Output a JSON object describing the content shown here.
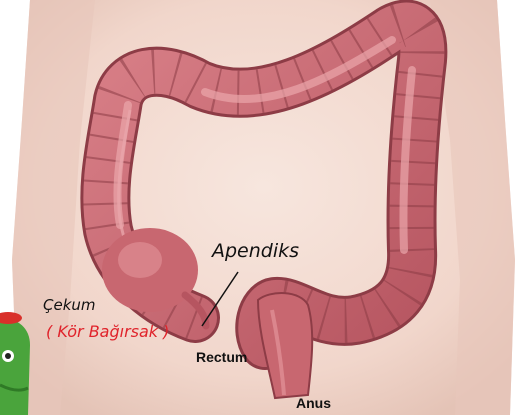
{
  "labels": {
    "apendiks": "Apendiks",
    "cekum": "Çekum",
    "kor_bagirsak": "( Kör Bağırsak )",
    "rectum": "Rectum",
    "anus": "Anus"
  },
  "colors": {
    "label_text": "#111111",
    "kor_bagirsak": "#e0232b",
    "skin": "#f2d9cf",
    "colon": "#c86770",
    "colon_dark": "#8d3c46",
    "colon_light": "#e69aa0"
  }
}
